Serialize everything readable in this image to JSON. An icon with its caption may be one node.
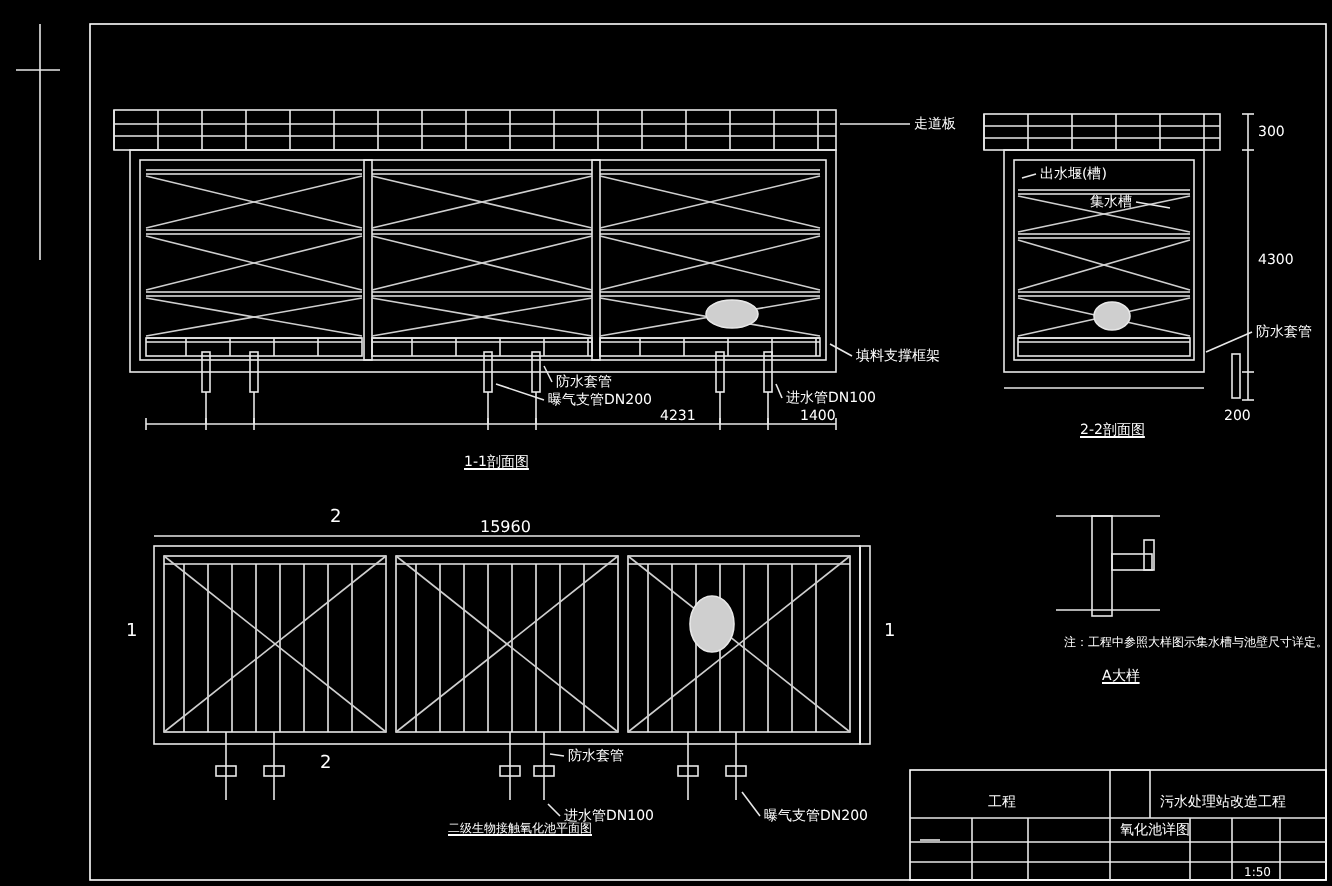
{
  "diagram": {
    "nodes": [
      {
        "text": [
          "走道板"
        ]
      },
      {
        "text": [
          "填料支撑框架"
        ]
      },
      {
        "text": [
          "防水套管"
        ]
      },
      {
        "text": [
          "曝气支管DN200"
        ]
      },
      {
        "text": [
          "进水管DN100"
        ]
      },
      {
        "text": [
          "出水堰(槽)"
        ]
      },
      {
        "text": [
          "集水槽"
        ]
      },
      {
        "text": [
          "防水套管"
        ]
      },
      {
        "text": [
          "防水套管"
        ]
      },
      {
        "text": [
          "进水管DN100"
        ]
      },
      {
        "text": [
          "曝气支管DN200"
        ]
      }
    ],
    "edges": [
      {
        "from": 0,
        "to": null,
        "arrow": "none"
      },
      {
        "from": 1,
        "to": null,
        "arrow": "none"
      },
      {
        "from": 2,
        "to": null,
        "arrow": "none"
      },
      {
        "from": 3,
        "to": null,
        "arrow": "none"
      },
      {
        "from": 4,
        "to": null,
        "arrow": "none"
      },
      {
        "from": 5,
        "to": null,
        "arrow": "none"
      },
      {
        "from": 6,
        "to": null,
        "arrow": "none"
      },
      {
        "from": 7,
        "to": null,
        "arrow": "none"
      },
      {
        "from": 8,
        "to": null,
        "arrow": "none"
      },
      {
        "from": 9,
        "to": null,
        "arrow": "none"
      },
      {
        "from": 10,
        "to": null,
        "arrow": "none"
      }
    ],
    "labels": [
      "4231",
      "1400",
      "1-1剖面图",
      "300",
      "4300",
      "200",
      "2-2剖面图",
      "15960",
      "2",
      "1",
      "1",
      "2",
      "二级生物接触氧化池平面图",
      "注：工程中参照大样图示集水槽与池壁尺寸详定。",
      "A大样",
      "工程",
      "污水处理站改造工程",
      "氧化池详图",
      "1:50"
    ]
  }
}
